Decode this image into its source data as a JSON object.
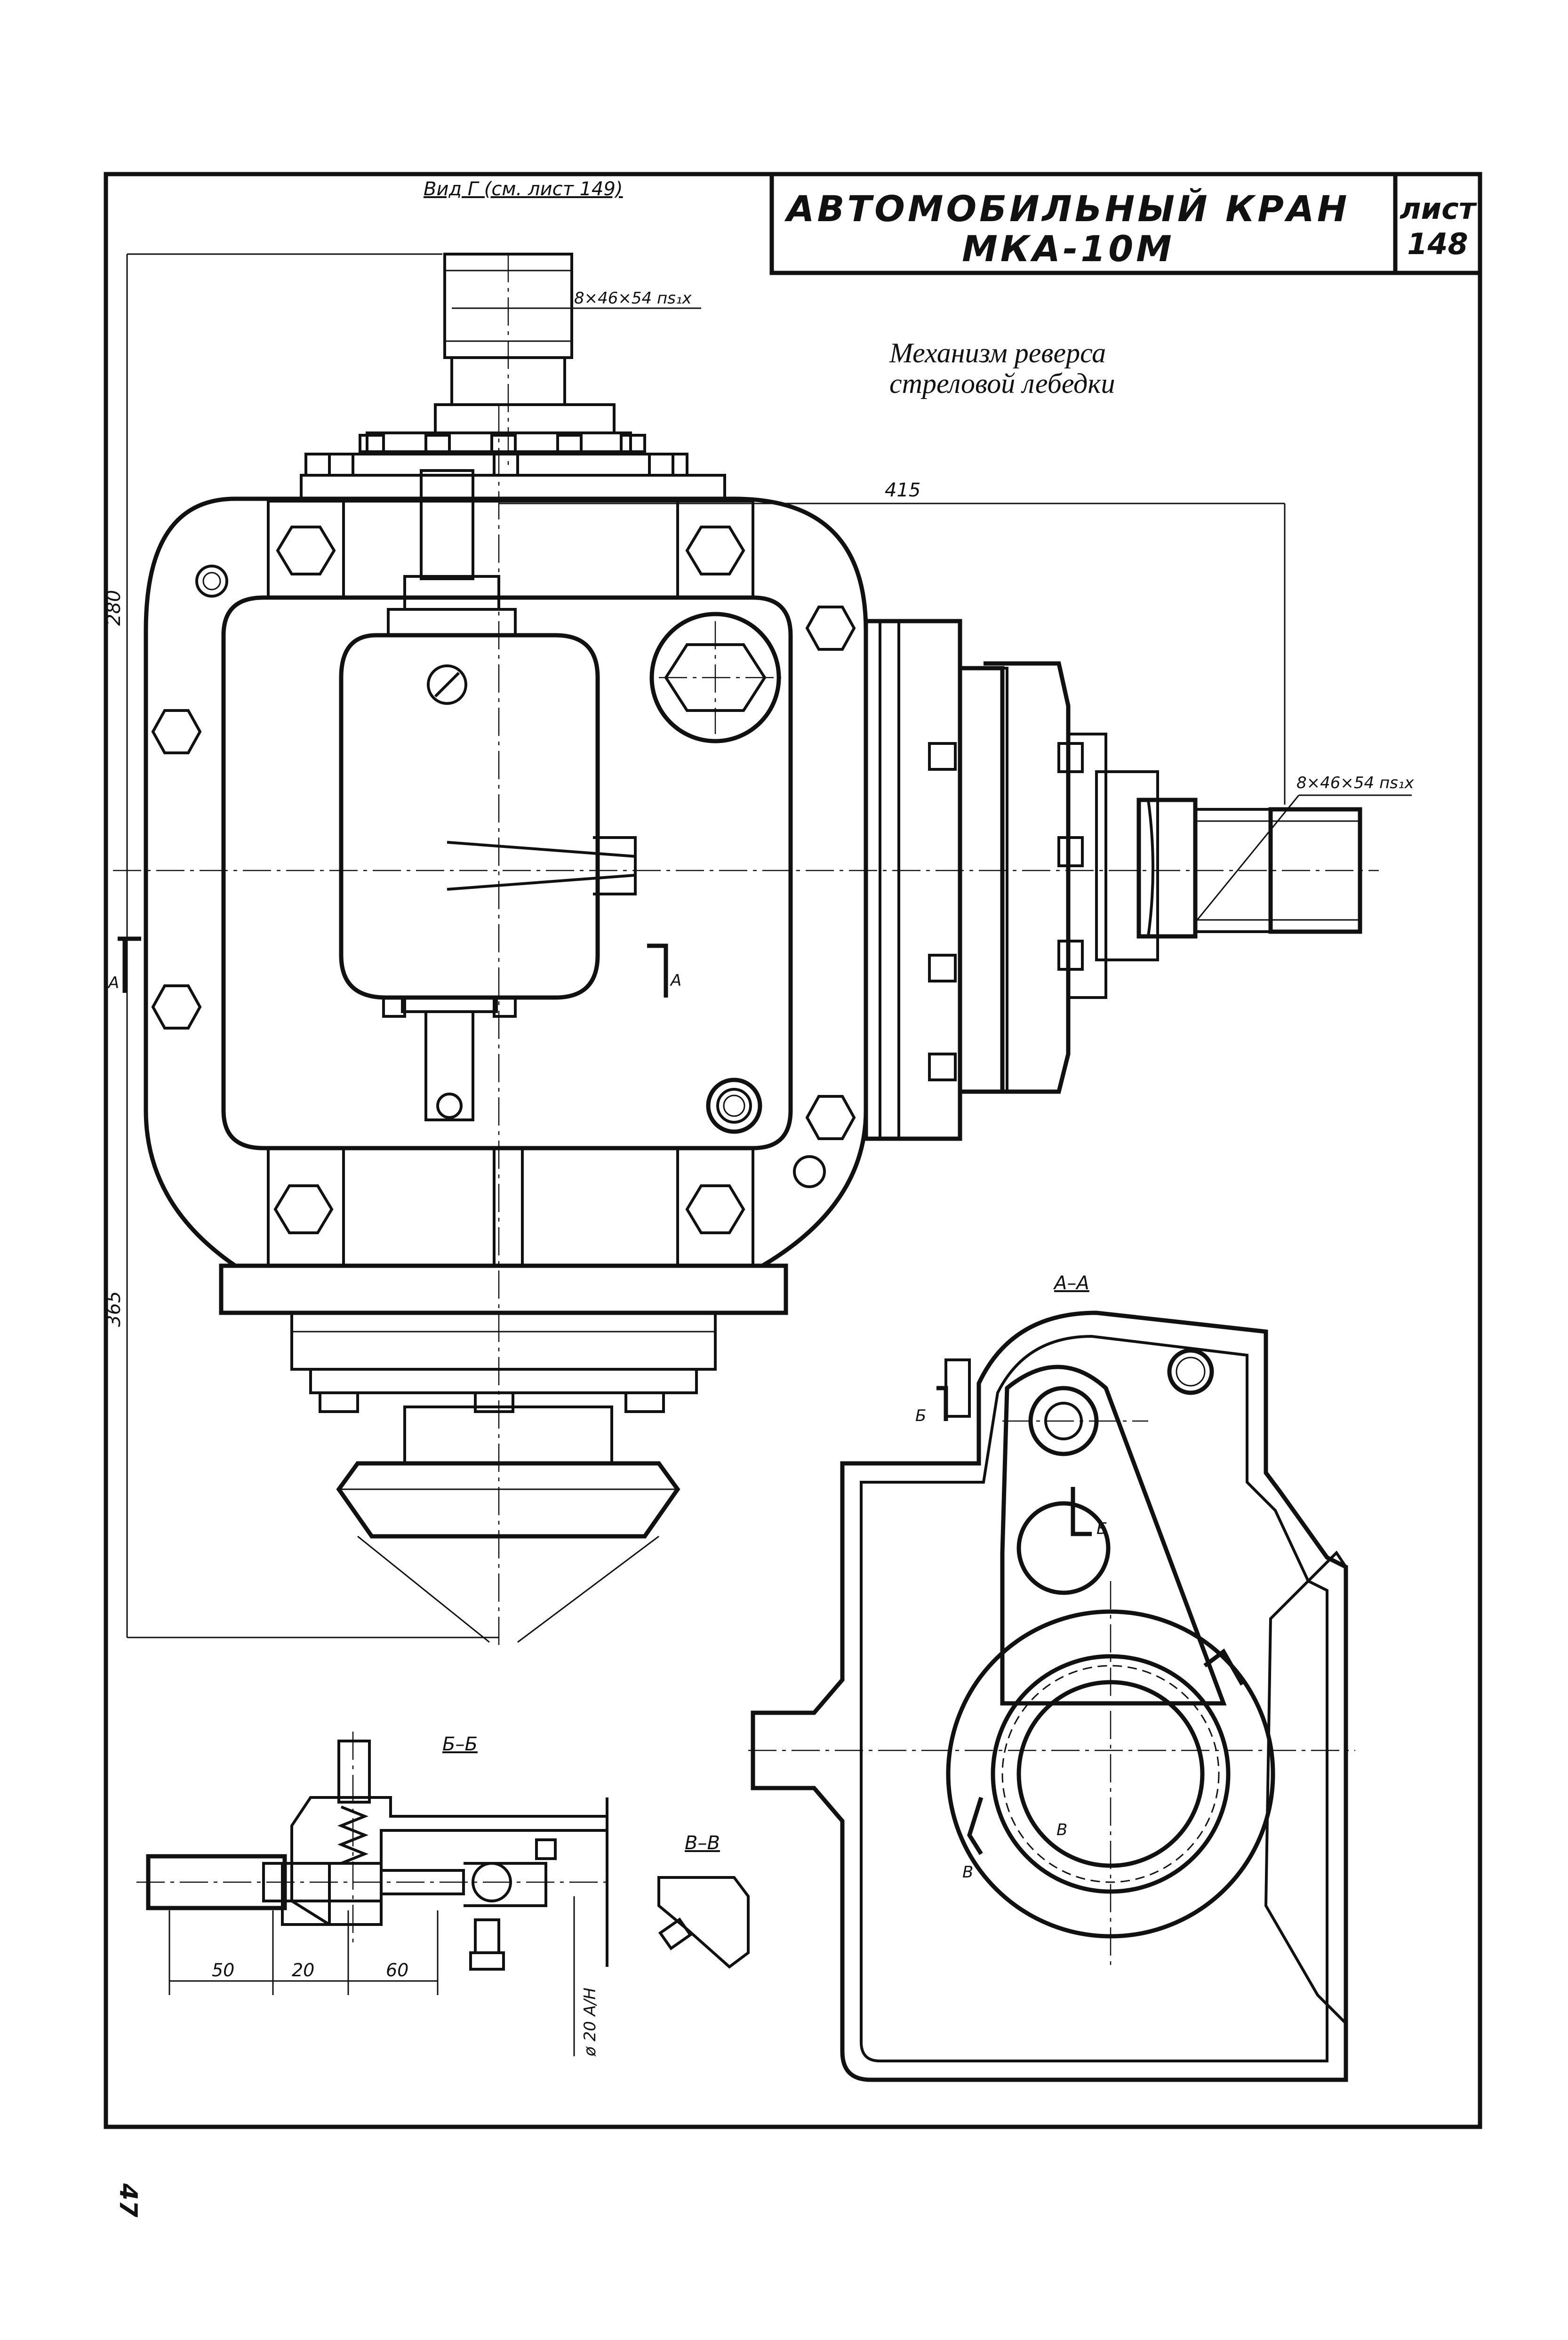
{
  "title_block": {
    "title_line1": "АВТОМОБИЛЬНЫЙ КРАН",
    "title_line2": "МКА-10М",
    "sheet_label": "лист",
    "sheet_number": "148"
  },
  "subtitle": {
    "line1": "Механизм реверса",
    "line2": "стреловой лебедки"
  },
  "view_note": "Вид Г (см. лист 149)",
  "page_number": "47",
  "callouts": {
    "spline_top": "8×46×54 пs₁x",
    "spline_right": "8×46×54 пs₁x"
  },
  "dimensions": {
    "d415": "415",
    "d280": "280",
    "d365": "365",
    "d50": "50",
    "d20": "20",
    "d60": "60",
    "fit": "ø 20 A/Н"
  },
  "section_labels": {
    "aa_title": "А–А",
    "bb_title": "Б–Б",
    "vv_title": "В–В",
    "a_left": "А",
    "a_right": "А",
    "b_top": "Б",
    "b_mid": "Б",
    "v_left": "В",
    "v_right": "В"
  }
}
